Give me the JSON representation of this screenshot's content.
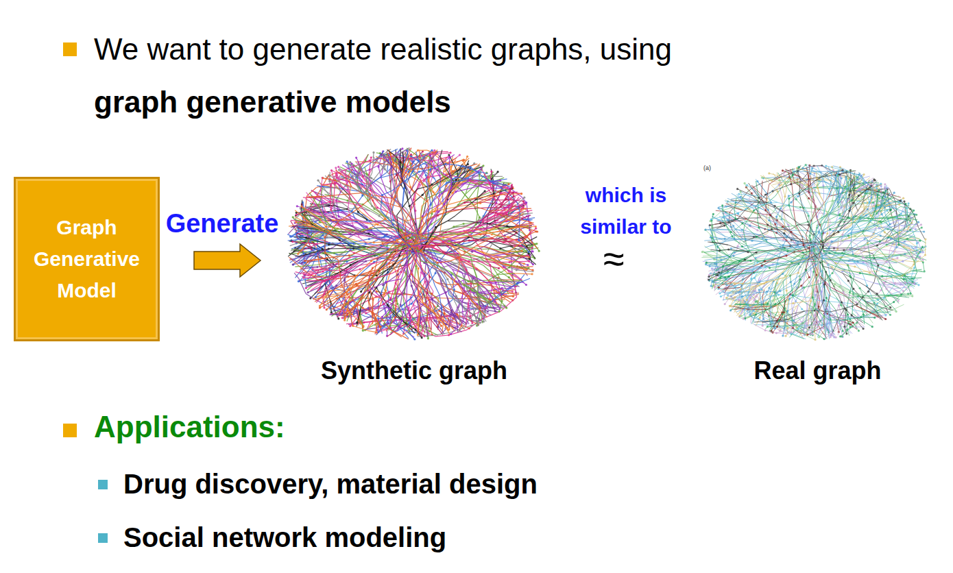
{
  "diagram": {
    "title": "We want to generate realistic graphs, using",
    "nodes": [
      {
        "text": [
          "Graph Generative Model"
        ]
      },
      {
        "text": [
          "Synthetic graph"
        ]
      },
      {
        "text": [
          "Real graph"
        ]
      }
    ],
    "edges": [
      {
        "from": 0,
        "to": 1,
        "arrow": "to",
        "label": "Generate"
      }
    ],
    "labels": [
      "graph generative models",
      "which is similar to",
      "≈",
      "(a)",
      "Applications:",
      "Drug discovery, material design",
      "Social network modeling"
    ]
  }
}
